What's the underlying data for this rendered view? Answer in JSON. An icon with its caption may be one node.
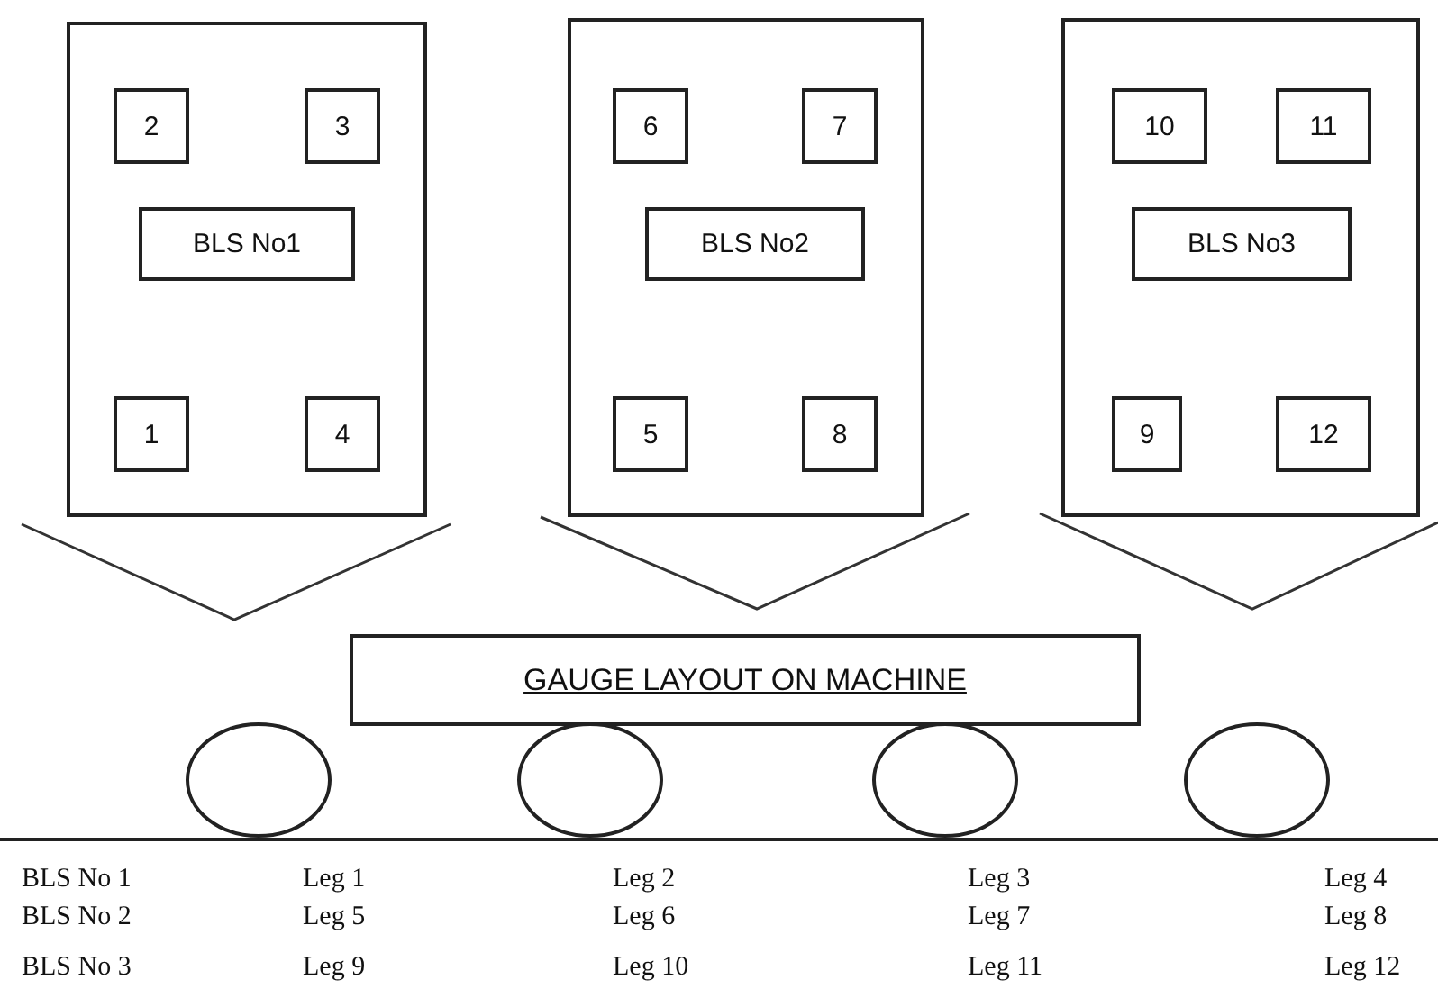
{
  "diagram": {
    "nodes": [
      {
        "text": [],
        "shape": "box"
      },
      {
        "text": [
          "2"
        ],
        "in": 0
      },
      {
        "text": [
          "3"
        ],
        "in": 0
      },
      {
        "text": [
          "BLS No1"
        ],
        "in": 0
      },
      {
        "text": [
          "1"
        ],
        "in": 0
      },
      {
        "text": [
          "4"
        ],
        "in": 0
      },
      {
        "text": [],
        "shape": "box"
      },
      {
        "text": [
          "6"
        ],
        "in": 6
      },
      {
        "text": [
          "7"
        ],
        "in": 6
      },
      {
        "text": [
          "BLS No2"
        ],
        "in": 6
      },
      {
        "text": [
          "5"
        ],
        "in": 6
      },
      {
        "text": [
          "8"
        ],
        "in": 6
      },
      {
        "text": [],
        "shape": "box"
      },
      {
        "text": [
          "10"
        ],
        "in": 12
      },
      {
        "text": [
          "11"
        ],
        "in": 12
      },
      {
        "text": [
          "BLS No3"
        ],
        "in": 12
      },
      {
        "text": [
          "9"
        ],
        "in": 12
      },
      {
        "text": [
          "12"
        ],
        "in": 12
      },
      {
        "text": [
          "GAUGE LAYOUT ON MACHINE"
        ]
      },
      {
        "text": [],
        "shape": "circle"
      },
      {
        "text": [],
        "shape": "circle"
      },
      {
        "text": [],
        "shape": "circle"
      },
      {
        "text": [],
        "shape": "circle"
      }
    ],
    "labels": [
      "BLS No 1",
      "Leg 1",
      "Leg 2",
      "Leg 3",
      "Leg 4",
      "BLS No 2",
      "Leg 5",
      "Leg 6",
      "Leg 7",
      "Leg 8",
      "BLS No 3",
      "Leg 9",
      "Leg 10",
      "Leg 11",
      "Leg 12"
    ]
  }
}
